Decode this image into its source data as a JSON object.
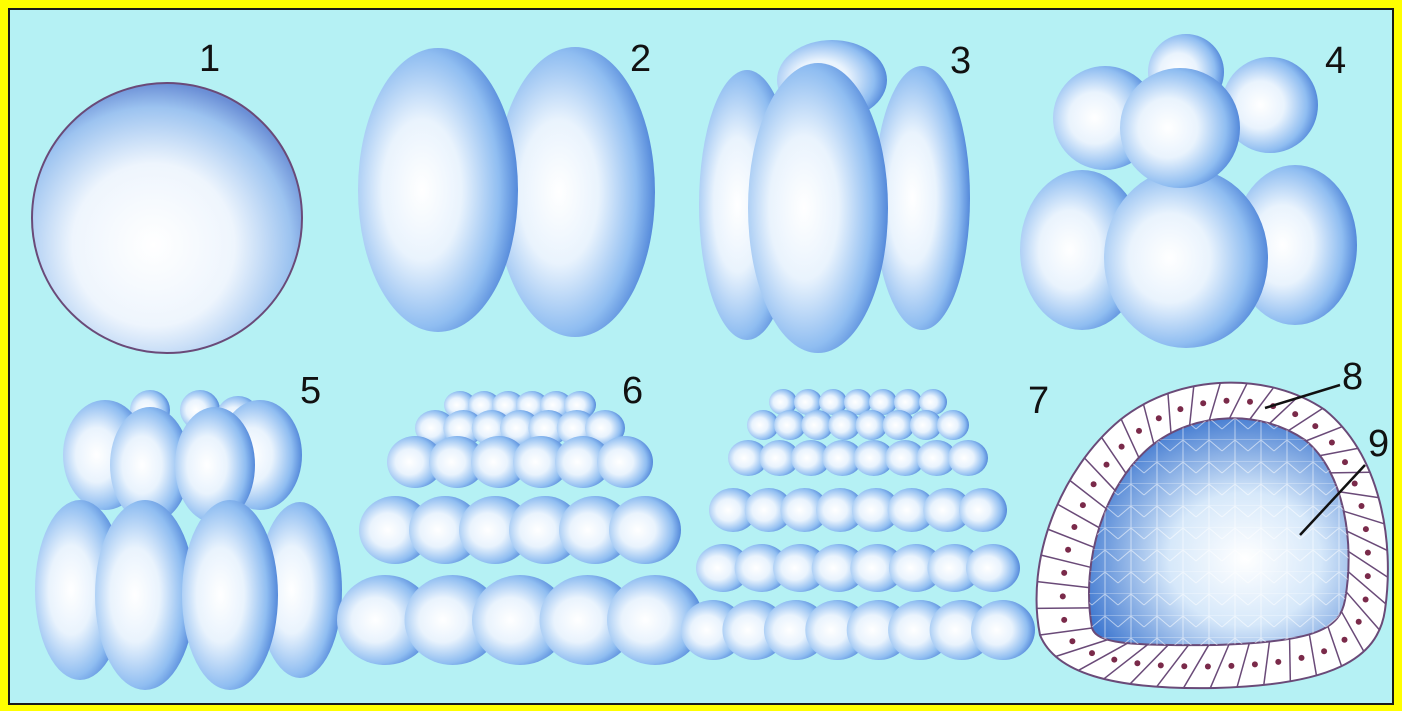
{
  "labels": {
    "stage1": "1",
    "stage2": "2",
    "stage3": "3",
    "stage4": "4",
    "stage5": "5",
    "stage6": "6",
    "stage7": "7",
    "part8": "8",
    "part9": "9"
  },
  "colors": {
    "outer_border": "#ffff00",
    "background": "#b5f1f4",
    "cell_light": "#ffffff",
    "cell_mid": "#a9cdf5",
    "cell_dark": "#4a80d6",
    "outline": "#6a4a78"
  }
}
